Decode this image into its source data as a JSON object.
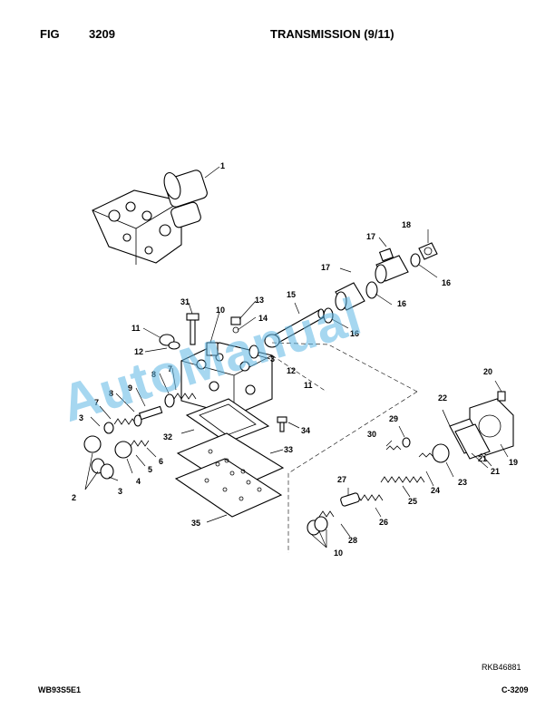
{
  "header": {
    "fig_label": "FIG",
    "fig_number": "3209",
    "title": "TRANSMISSION (9/11)"
  },
  "footer": {
    "left": "WB93S5E1",
    "right": "C-3209"
  },
  "reference_code": "RKB46881",
  "watermark": "AutoManual",
  "colors": {
    "watermark": "#5fb7e5",
    "line": "#000000"
  },
  "callouts": [
    "1",
    "2",
    "3",
    "3",
    "3",
    "4",
    "5",
    "6",
    "7",
    "7",
    "8",
    "8",
    "9",
    "10",
    "10",
    "11",
    "11",
    "12",
    "12",
    "13",
    "14",
    "15",
    "16",
    "16",
    "16",
    "17",
    "17",
    "18",
    "19",
    "20",
    "21",
    "21",
    "22",
    "23",
    "24",
    "25",
    "26",
    "27",
    "28",
    "29",
    "30",
    "31",
    "32",
    "33",
    "34",
    "35"
  ]
}
